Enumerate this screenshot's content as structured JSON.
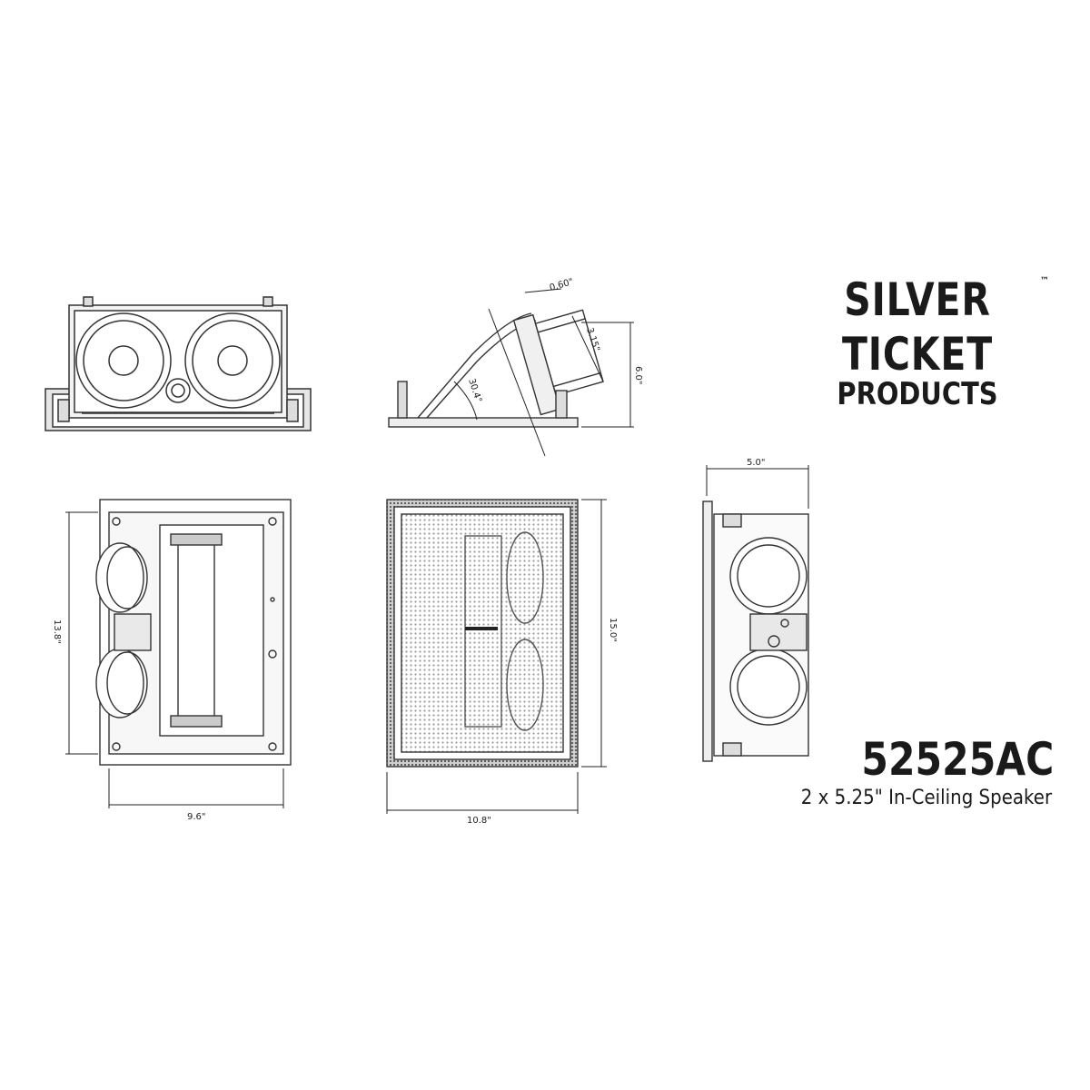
{
  "brand": {
    "name": "Silver Ticket",
    "trademark": "™",
    "subtitle": "Products"
  },
  "product": {
    "model": "52525AC",
    "description": "2 x 5.25\" In-Ceiling Speaker"
  },
  "dimensions": {
    "top_view_width": "9.6\"",
    "top_view_height": "13.8\"",
    "grille_width": "10.8\"",
    "grille_height": "15.0\"",
    "side_depth": "5.0\"",
    "tilt_angle": "30.4°",
    "baffle_offset": "0.60\"",
    "baffle_depth": "3.15\"",
    "overall_depth": "6.0\""
  }
}
